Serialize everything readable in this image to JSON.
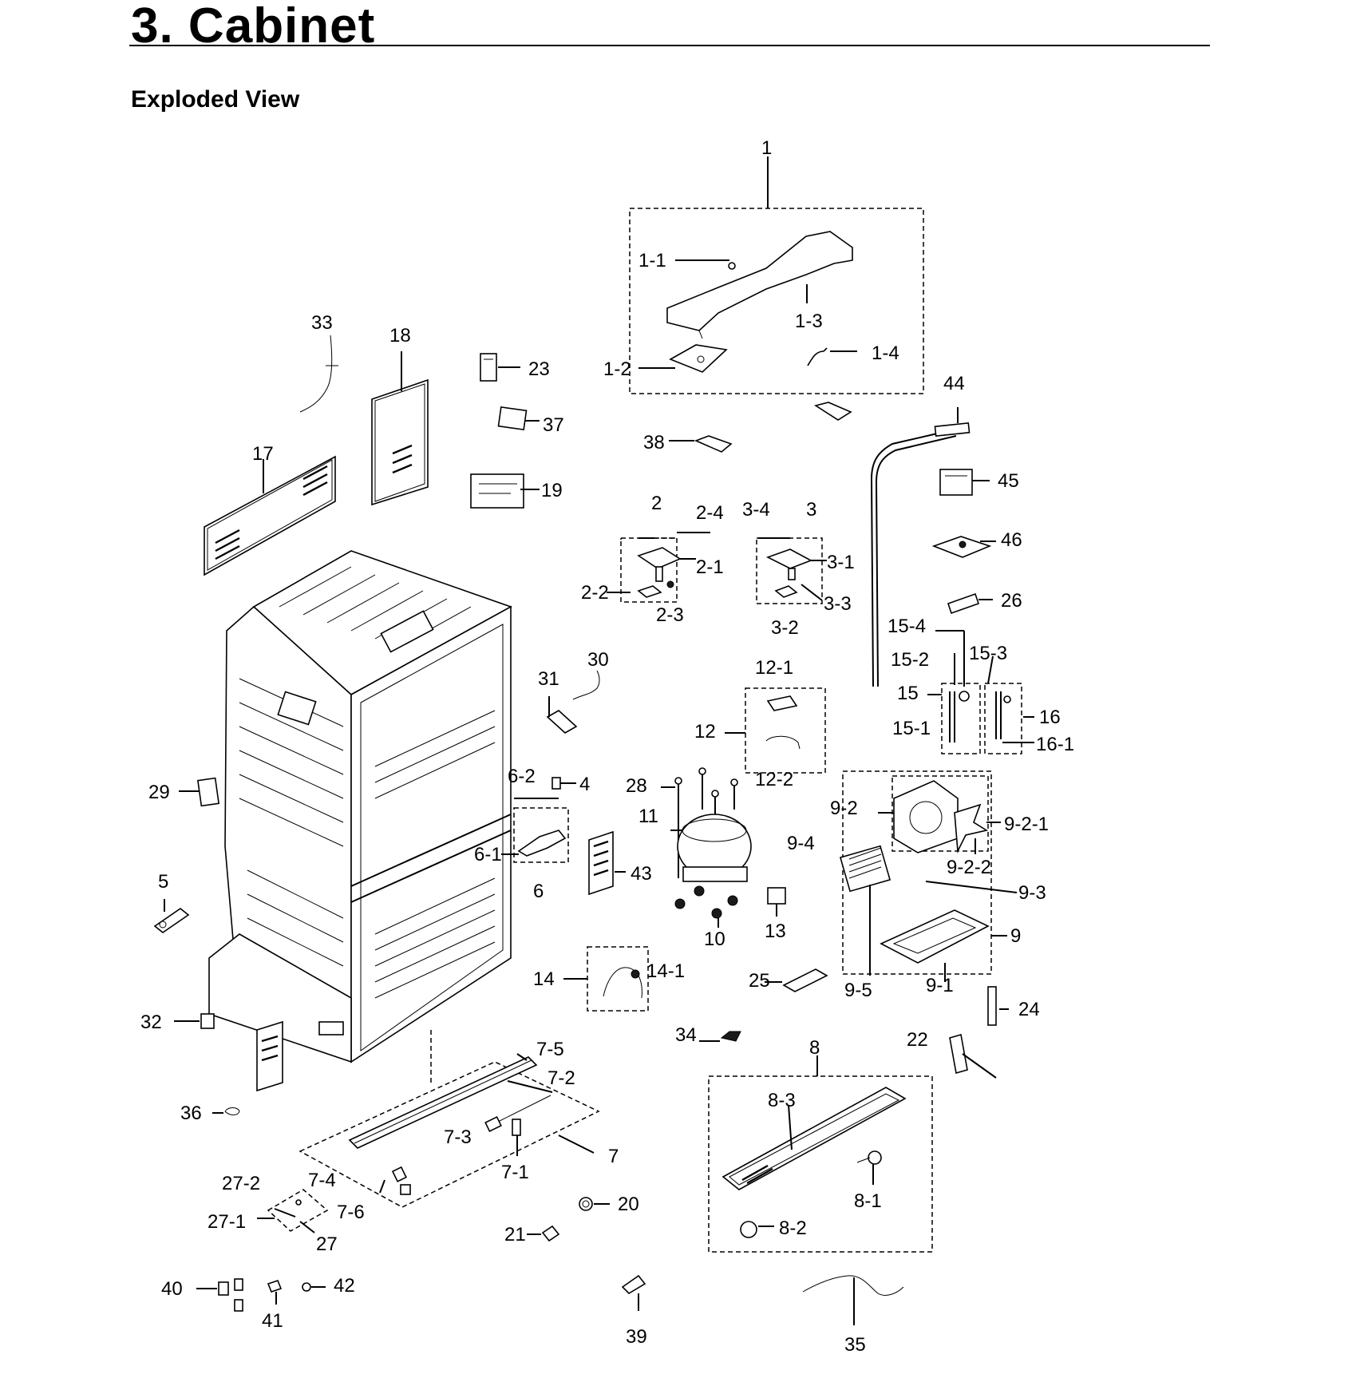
{
  "page": {
    "title": "3.  Cabinet",
    "section": "Exploded View"
  },
  "callouts": [
    "1",
    "1-1",
    "1-2",
    "1-3",
    "1-4",
    "2",
    "2-1",
    "2-2",
    "2-3",
    "2-4",
    "3",
    "3-1",
    "3-2",
    "3-3",
    "3-4",
    "4",
    "5",
    "6",
    "6-1",
    "6-2",
    "7",
    "7-1",
    "7-2",
    "7-3",
    "7-4",
    "7-5",
    "7-6",
    "8",
    "8-1",
    "8-2",
    "8-3",
    "9",
    "9-1",
    "9-2",
    "9-2-1",
    "9-2-2",
    "9-3",
    "9-4",
    "9-5",
    "10",
    "11",
    "12",
    "12-1",
    "12-2",
    "13",
    "14",
    "14-1",
    "15",
    "15-1",
    "15-2",
    "15-3",
    "15-4",
    "16",
    "16-1",
    "17",
    "18",
    "19",
    "20",
    "21",
    "22",
    "23",
    "24",
    "25",
    "26",
    "27",
    "27-1",
    "27-2",
    "28",
    "29",
    "30",
    "31",
    "32",
    "33",
    "34",
    "35",
    "36",
    "37",
    "38",
    "39",
    "40",
    "41",
    "42",
    "43",
    "44",
    "45",
    "46"
  ]
}
